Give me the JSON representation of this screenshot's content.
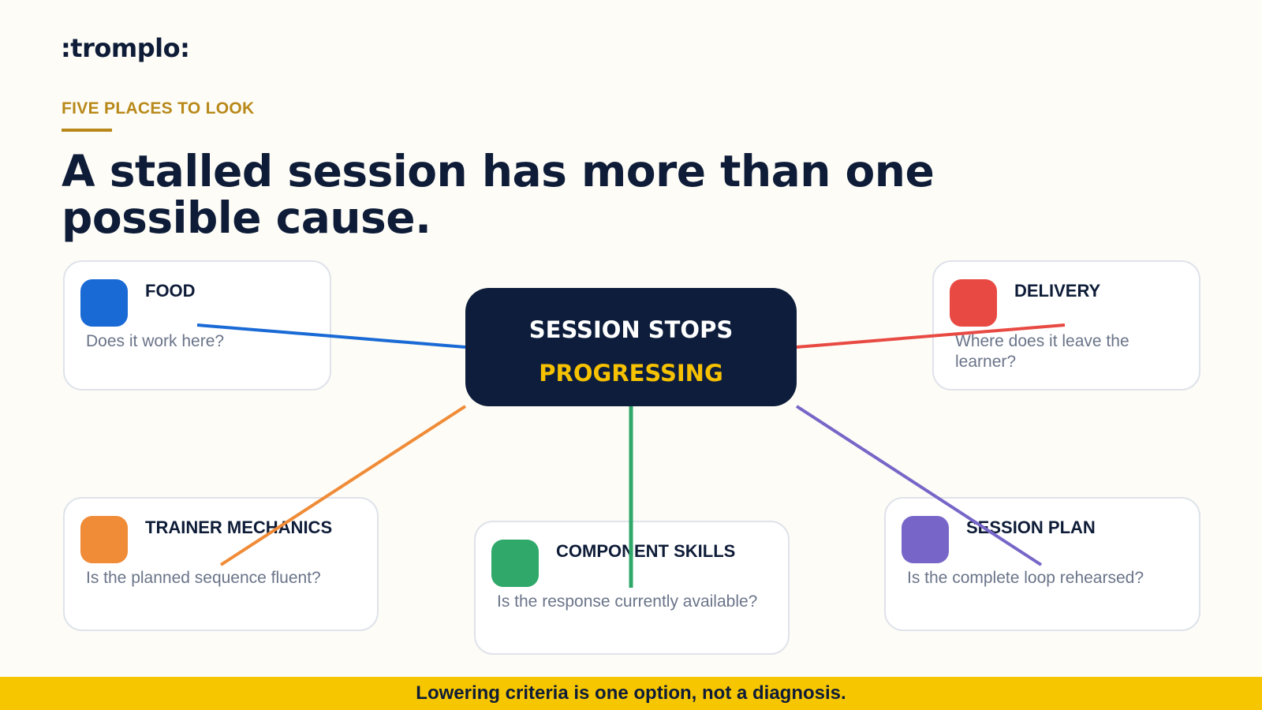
{
  "brand": {
    "logo": ":tromplo:"
  },
  "header": {
    "eyebrow": "FIVE PLACES TO LOOK",
    "headline": "A stalled session has more than one possible cause."
  },
  "hub": {
    "line1": "SESSION STOPS",
    "line2": "PROGRESSING",
    "colors": {
      "background": "#0d1d3b",
      "line1": "#ffffff",
      "line2": "#f6c100"
    }
  },
  "causes": [
    {
      "title": "FOOD",
      "question": "Does it work here?",
      "color": "#1a6ad6"
    },
    {
      "title": "DELIVERY",
      "question": "Where does it leave the learner?",
      "color": "#e84a43"
    },
    {
      "title": "TRAINER MECHANICS",
      "question": "Is the planned sequence fluent?",
      "color": "#f08b37"
    },
    {
      "title": "COMPONENT SKILLS",
      "question": "Is the response currently available?",
      "color": "#2fa86a"
    },
    {
      "title": "SESSION PLAN",
      "question": "Is the complete loop rehearsed?",
      "color": "#7766c8"
    }
  ],
  "footer": {
    "banner": "Lowering criteria is one option, not a diagnosis.",
    "color": "#f6c600"
  }
}
